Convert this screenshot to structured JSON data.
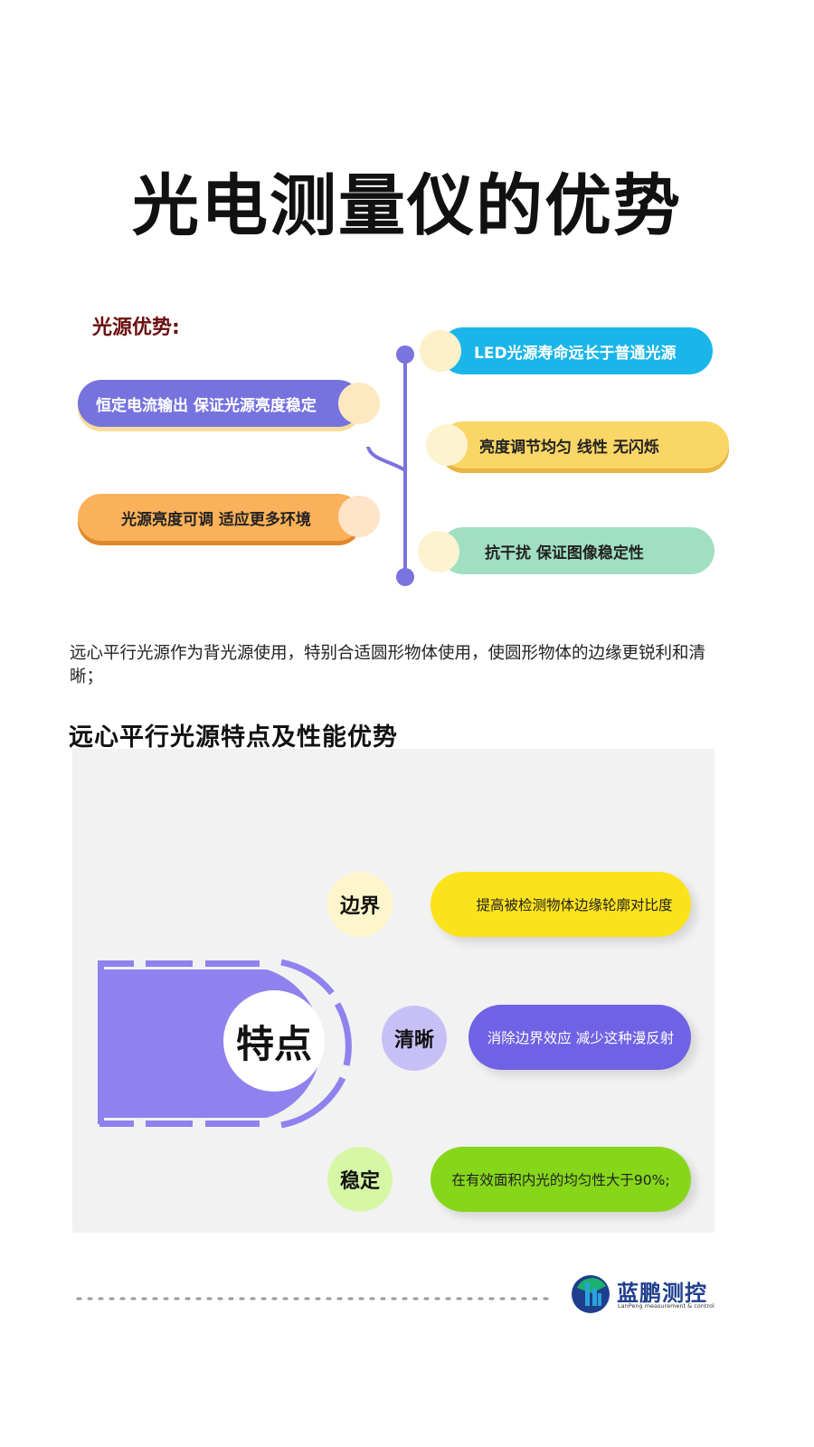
{
  "title": "光电测量仪的优势",
  "light_source": {
    "label": "光源优势:",
    "left_items": [
      "恒定电流输出 保证光源亮度稳定",
      "光源亮度可调 适应更多环境"
    ],
    "right_items": [
      "LED光源寿命远长于普通光源",
      "亮度调节均匀  线性  无闪烁",
      "抗干扰  保证图像稳定性"
    ]
  },
  "description": "远心平行光源作为背光源使用，特别合适圆形物体使用，使圆形物体的边缘更锐利和清晰；",
  "features": {
    "title": "远心平行光源特点及性能优势",
    "center": "特点",
    "items": [
      {
        "name": "边界",
        "detail": "提高被检测物体边缘轮廓对比度"
      },
      {
        "name": "清晰",
        "detail": "消除边界效应 减少这种漫反射"
      },
      {
        "name": "稳定",
        "detail": "在有效面积内光的均匀性大于90%;"
      }
    ]
  },
  "brand": {
    "name": "蓝鹏测控",
    "tagline": "LanPeng measurement & control"
  },
  "colors": {
    "purple": "#7673df",
    "orange": "#fbb15a",
    "blue": "#1ab6ea",
    "yellow": "#fad667",
    "mint": "#a0dfc2",
    "feat_yellow": "#fce21a",
    "feat_purple": "#6f62e4",
    "feat_green": "#86d61a"
  }
}
